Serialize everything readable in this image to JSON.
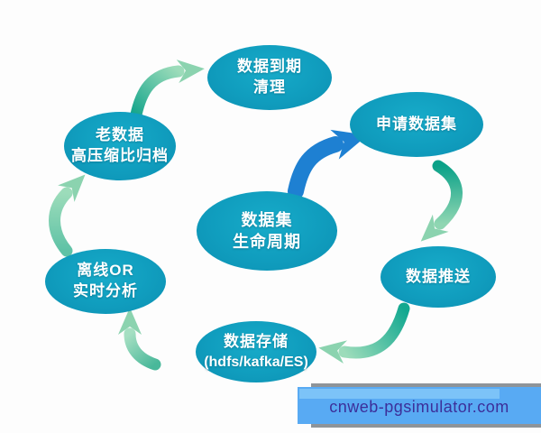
{
  "diagram": {
    "title": "数据集生命周期",
    "background_color": "#fdfdfd",
    "node_fill_color": "#109dbe",
    "node_text_color": "#ffffff",
    "arrow_green_dark": "#0ba188",
    "arrow_green_light": "#9cdcba",
    "arrow_blue": "#1e80d2",
    "nodes": {
      "lifecycle": {
        "lines": [
          "数据集",
          "生命周期"
        ]
      },
      "cleanup": {
        "lines": [
          "数据到期",
          "清理"
        ]
      },
      "apply": {
        "lines": [
          "申请数据集"
        ]
      },
      "push": {
        "lines": [
          "数据推送"
        ]
      },
      "storage": {
        "lines": [
          "数据存储",
          "(hdfs/kafka/ES)"
        ]
      },
      "analysis": {
        "lines": [
          "离线OR",
          "实时分析"
        ]
      },
      "archive": {
        "lines": [
          "老数据",
          "高压缩比归档"
        ]
      }
    },
    "edges": [
      {
        "from": "lifecycle",
        "to": "apply",
        "color": "blue"
      },
      {
        "from": "apply",
        "to": "push",
        "color": "green"
      },
      {
        "from": "push",
        "to": "storage",
        "color": "green"
      },
      {
        "from": "storage",
        "to": "analysis",
        "color": "green"
      },
      {
        "from": "analysis",
        "to": "archive",
        "color": "green"
      },
      {
        "from": "archive",
        "to": "cleanup",
        "color": "green"
      }
    ]
  },
  "watermark": {
    "text": "cnweb-pgsimulator.com",
    "banner_color": "#58aaf3",
    "text_color": "#3c2f9a"
  }
}
